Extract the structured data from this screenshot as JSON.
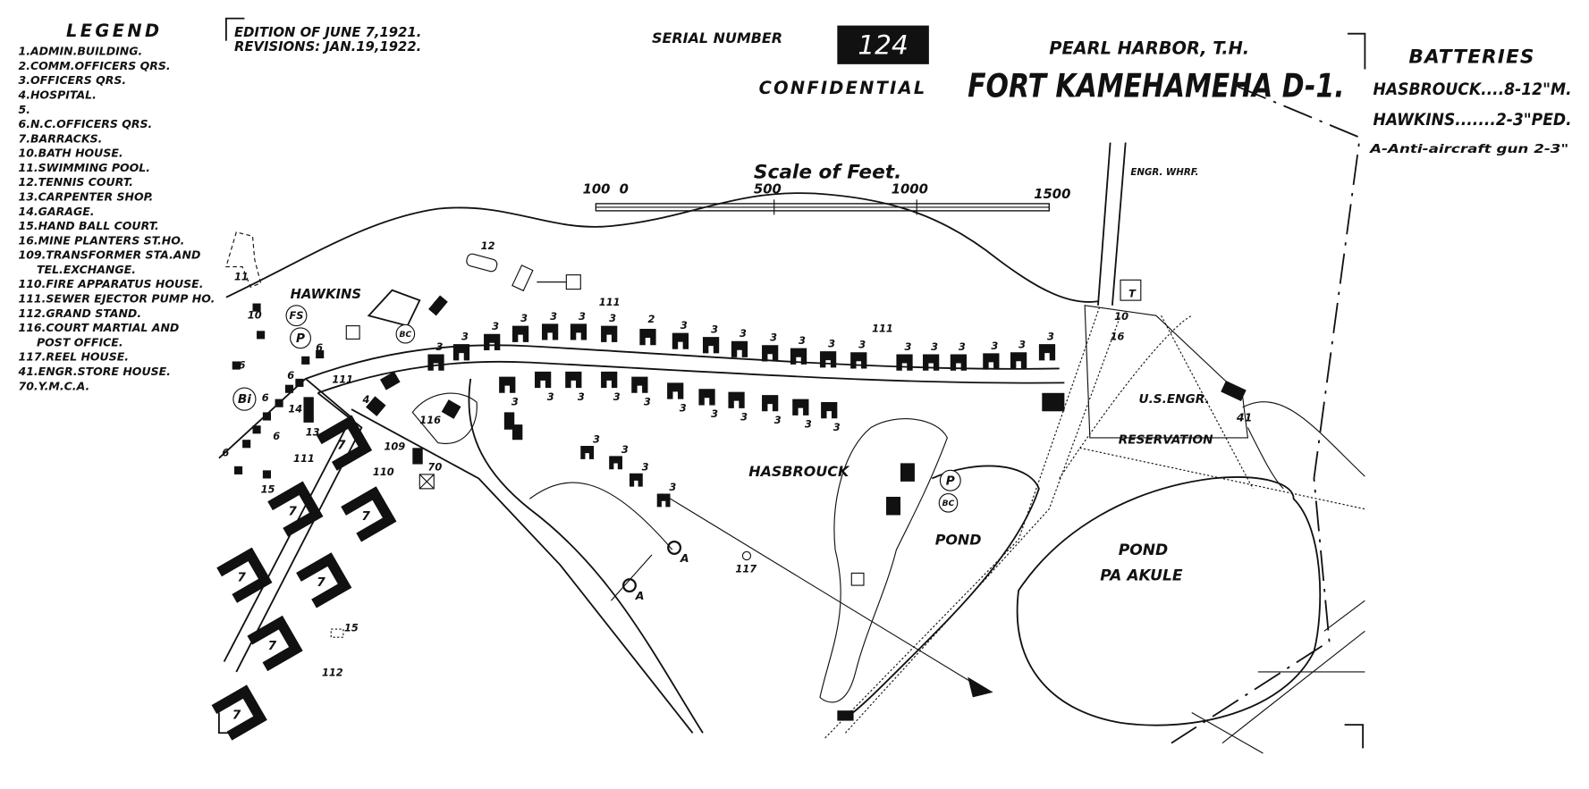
{
  "legend": {
    "title": "LEGEND",
    "items": [
      "1.ADMIN.BUILDING.",
      "2.COMM.OFFICERS QRS.",
      "3.OFFICERS QRS.",
      "4.HOSPITAL.",
      "5.",
      "6.N.C.OFFICERS QRS.",
      "7.BARRACKS.",
      "10.BATH HOUSE.",
      "11.SWIMMING POOL.",
      "12.TENNIS COURT.",
      "13.CARPENTER SHOP.",
      "14.GARAGE.",
      "15.HAND BALL COURT.",
      "16.MINE PLANTERS ST.HO.",
      "109.TRANSFORMER STA.AND",
      "TEL.EXCHANGE.",
      "110.FIRE APPARATUS HOUSE.",
      "111.SEWER EJECTOR PUMP HO.",
      "112.GRAND STAND.",
      "116.COURT MARTIAL AND",
      "POST OFFICE.",
      "117.REEL HOUSE.",
      "41.ENGR.STORE HOUSE.",
      "70.Y.M.C.A."
    ]
  },
  "edition": "EDITION OF JUNE 7,1921.",
  "revisions": "REVISIONS: JAN.19,1922.",
  "serial_label": "SERIAL NUMBER",
  "serial_number": "124",
  "location": "PEARL HARBOR, T.H.",
  "classification": "CONFIDENTIAL",
  "title": "FORT KAMEHAMEHA D-1.",
  "batteries": {
    "title": "BATTERIES",
    "items": [
      "HASBROUCK....8-12\"M.",
      "HAWKINS.......2-3\"PED.",
      "A-Anti-aircraft gun 2-3\""
    ]
  },
  "scale": {
    "title": "Scale of Feet.",
    "ticks": [
      "100",
      "0",
      "500",
      "1000",
      "1500"
    ]
  },
  "map_labels": {
    "hawkins": "HAWKINS",
    "hasbrouck": "HASBROUCK",
    "pond": "POND",
    "pond_pa_akule_1": "POND",
    "pond_pa_akule_2": "PA AKULE",
    "engr_wharf": "ENGR. WHRF.",
    "us_engr": "U.S.ENGR.",
    "reservation": "RESERVATION",
    "officers_qrs": "3",
    "barracks": "7",
    "nco": "6",
    "n10": "10",
    "n11": "11",
    "n12": "12",
    "n13": "13",
    "n14": "14",
    "n15": "15",
    "n16": "16",
    "n4": "4",
    "n2": "2",
    "n41": "41",
    "n70": "70",
    "n109": "109",
    "n110": "110",
    "n111": "111",
    "n112": "112",
    "n116": "116",
    "n117": "117",
    "fs": "FS",
    "p": "P",
    "bc": "BC",
    "bi": "Bi",
    "t": "T",
    "a": "A"
  }
}
